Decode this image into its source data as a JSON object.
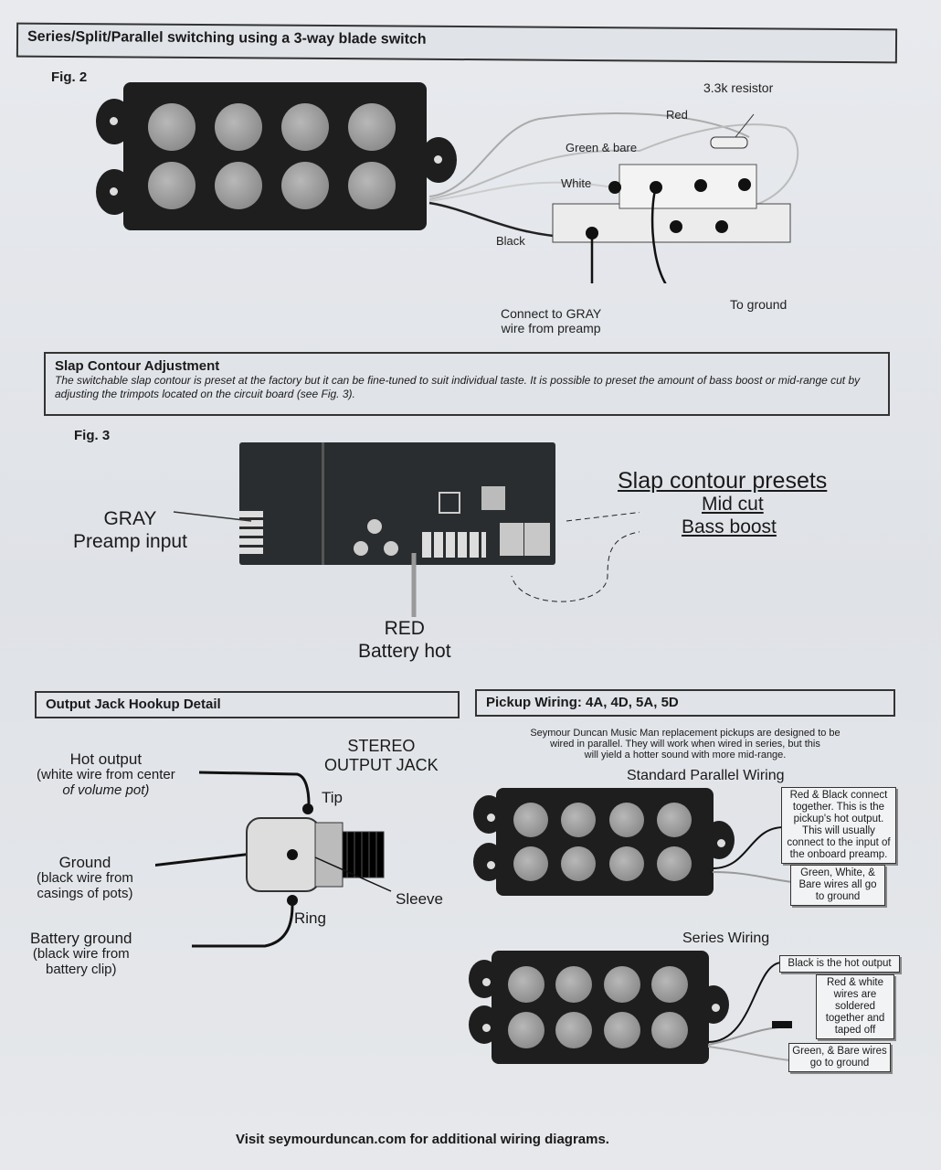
{
  "section1": {
    "title": "Series/Split/Parallel switching using a 3-way blade switch",
    "fig": "Fig. 2",
    "labels": {
      "resistor": "3.3k resistor",
      "red": "Red",
      "green_bare": "Green & bare",
      "white": "White",
      "black": "Black",
      "connect_gray": "Connect to GRAY",
      "wire_preamp": "wire from preamp",
      "to_ground": "To ground"
    }
  },
  "section2": {
    "title": "Slap Contour Adjustment",
    "body": "The switchable slap contour is preset at the factory but it can be fine-tuned to suit individual taste. It is possible to preset the amount of bass boost or mid-range cut by adjusting the trimpots located on the circuit board (see Fig. 3).",
    "fig": "Fig. 3",
    "labels": {
      "gray": "GRAY",
      "preamp_input": "Preamp input",
      "red": "RED",
      "battery_hot": "Battery hot",
      "presets": "Slap contour presets",
      "mid_cut": "Mid cut",
      "bass_boost": "Bass boost"
    }
  },
  "section3": {
    "title": "Output Jack Hookup Detail",
    "labels": {
      "stereo": "STEREO",
      "output_jack": "OUTPUT JACK",
      "hot_output": "Hot output",
      "hot_desc1": "(white wire from center",
      "hot_desc2": "of volume pot)",
      "tip": "Tip",
      "ground": "Ground",
      "ground_desc1": "(black wire from",
      "ground_desc2": "casings of pots)",
      "sleeve": "Sleeve",
      "ring": "Ring",
      "battery_ground": "Battery ground",
      "bg_desc1": "(black wire from",
      "bg_desc2": "battery clip)"
    }
  },
  "section4": {
    "title": "Pickup Wiring: 4A, 4D, 5A, 5D",
    "intro": [
      "Seymour Duncan Music Man replacement pickups are designed to be",
      "wired in parallel.  They will work when wired in series, but this",
      "will yield a hotter sound with more mid-range."
    ],
    "parallel": {
      "title": "Standard Parallel Wiring",
      "note1": "Red & Black connect together.  This is the pickup's hot output. This will usually connect to the input of the onboard preamp.",
      "note2": "Green, White, & Bare wires all go to ground"
    },
    "series": {
      "title": "Series Wiring",
      "note1": "Black is the hot output",
      "note2": "Red & white wires are soldered together and taped off",
      "note3": "Green, & Bare wires go to ground"
    }
  },
  "footer": "Visit seymourduncan.com for additional wiring diagrams."
}
